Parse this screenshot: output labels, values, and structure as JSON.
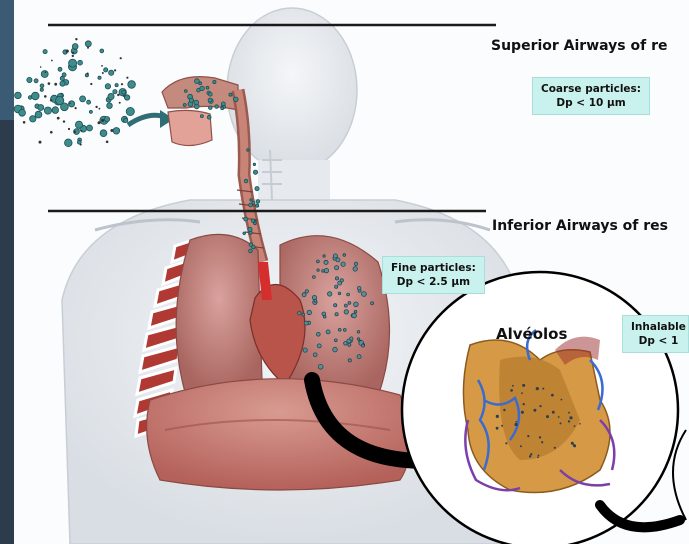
{
  "sections": {
    "superior": "Superior Airways of re",
    "inferior": "Inferior Airways of res"
  },
  "particles": {
    "coarse": {
      "line1": "Coarse particles:",
      "line2": "Dp < 10 µm"
    },
    "fine": {
      "line1": "Fine particles:",
      "line2": "Dp < 2.5 µm"
    },
    "inhalable": {
      "line1": "Inhalable",
      "line2": "Dp < 1"
    }
  },
  "alveoli_label": "Alvéolos",
  "colors": {
    "badge_bg": "#c9f1ee",
    "particle": "#3e8c8c",
    "lung": "#c98a86",
    "body": "#e4e9ee"
  }
}
